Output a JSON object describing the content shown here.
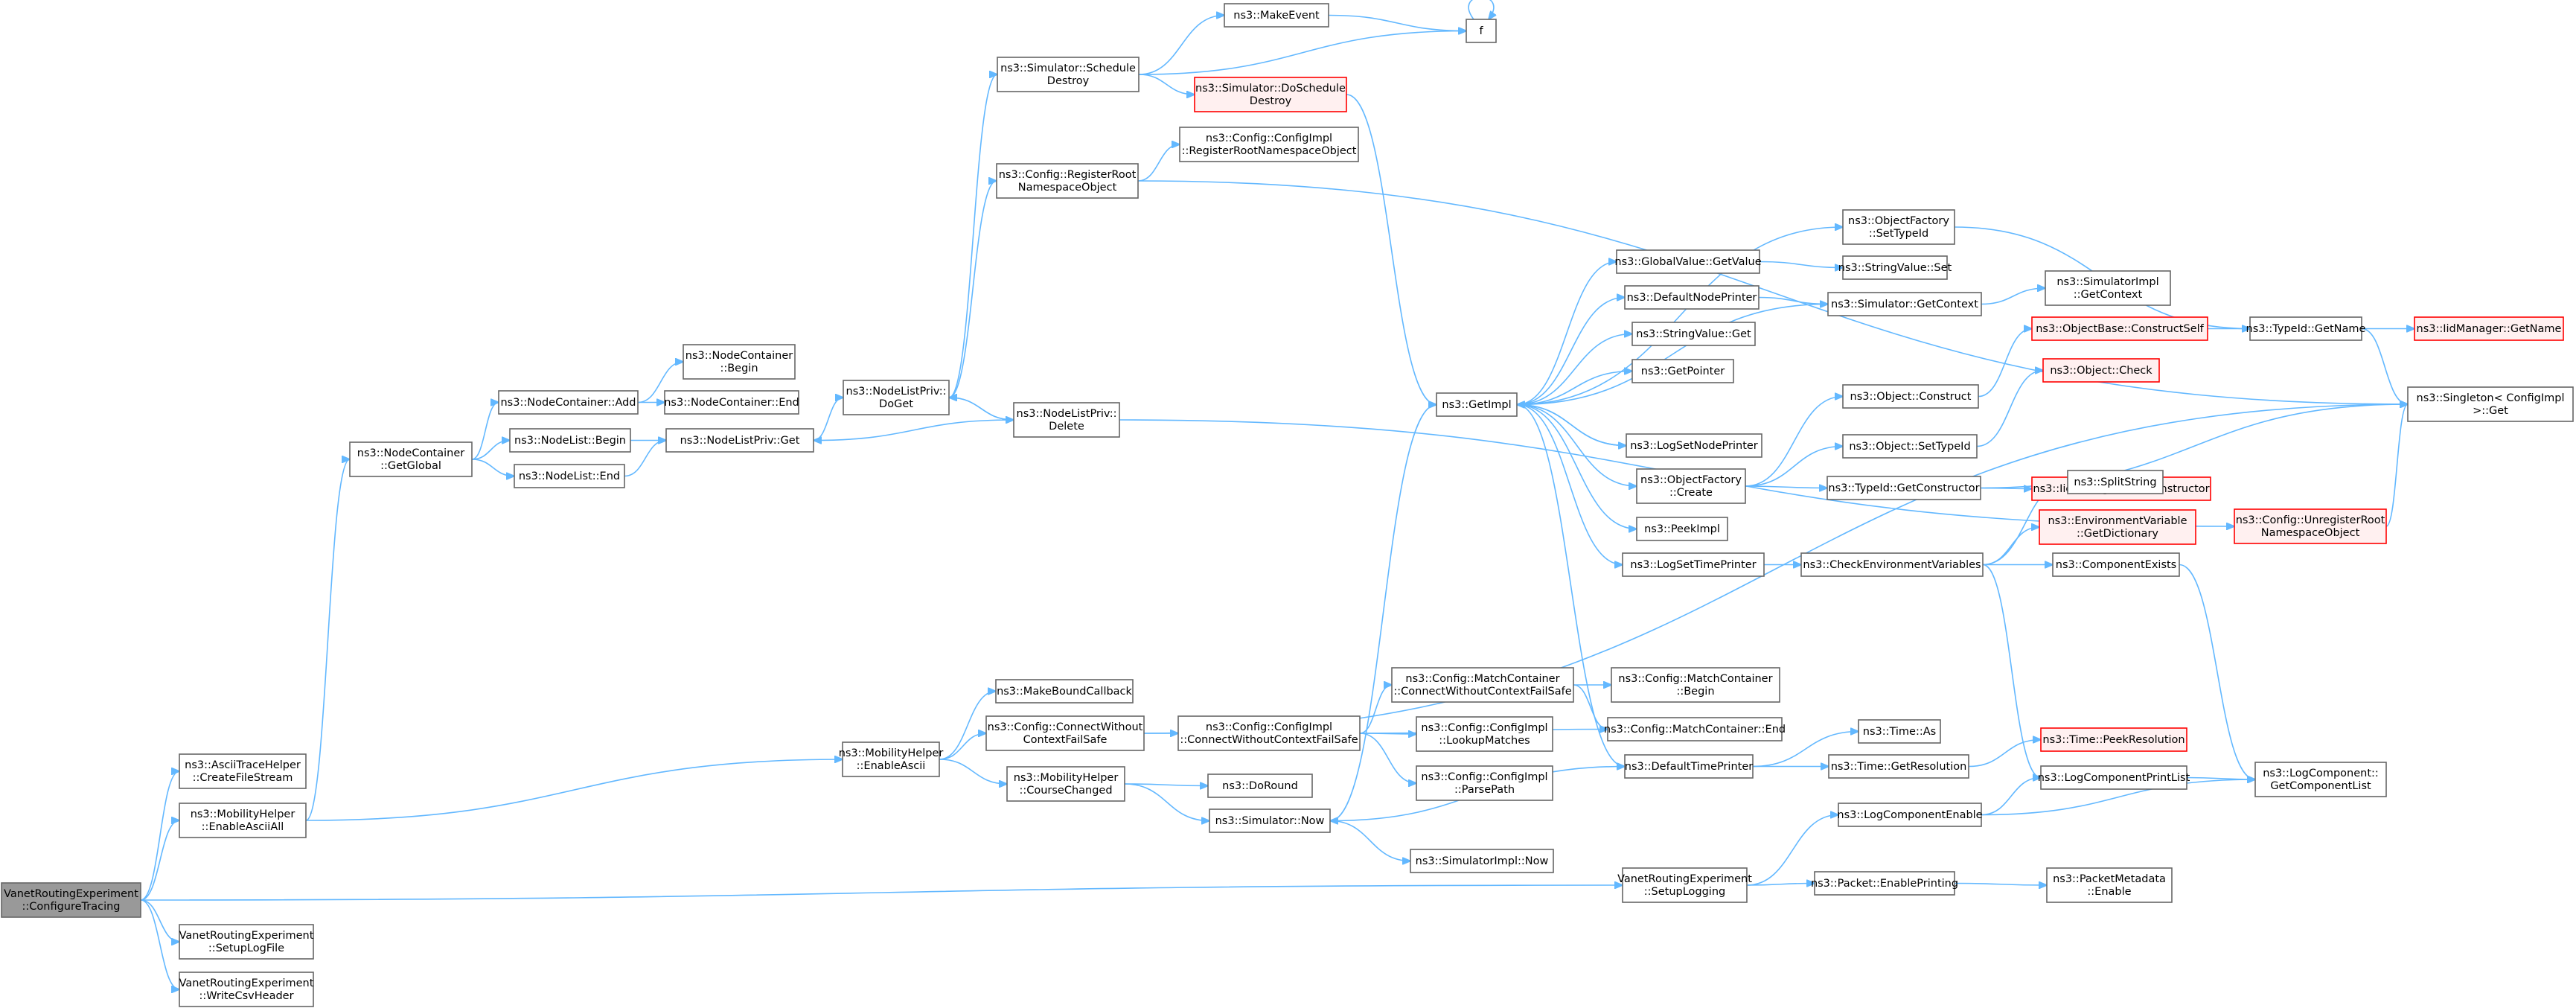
{
  "title": "VanetRoutingExperiment::ConfigureTracing call graph",
  "colors": {
    "edge": "#63b8ff",
    "box_border": "#666666",
    "box_fill": "#ffffff",
    "highlight_border": "#ff0000",
    "highlight_fill": "#fff0f0",
    "root_fill": "#999999"
  },
  "nodes": [
    {
      "id": "root",
      "lines": [
        "VanetRoutingExperiment",
        "::ConfigureTracing"
      ],
      "style": "root"
    },
    {
      "id": "ascii_trace",
      "lines": [
        "ns3::AsciiTraceHelper",
        "::CreateFileStream"
      ],
      "style": "normal"
    },
    {
      "id": "mob_enable_all",
      "lines": [
        "ns3::MobilityHelper",
        "::EnableAsciiAll"
      ],
      "style": "normal"
    },
    {
      "id": "setup_logfile",
      "lines": [
        "VanetRoutingExperiment",
        "::SetupLogFile"
      ],
      "style": "normal"
    },
    {
      "id": "write_csv",
      "lines": [
        "VanetRoutingExperiment",
        "::WriteCsvHeader"
      ],
      "style": "normal"
    },
    {
      "id": "setup_logging",
      "lines": [
        "VanetRoutingExperiment",
        "::SetupLogging"
      ],
      "style": "normal"
    },
    {
      "id": "nc_getglobal",
      "lines": [
        "ns3::NodeContainer",
        "::GetGlobal"
      ],
      "style": "normal"
    },
    {
      "id": "mob_enable_ascii",
      "lines": [
        "ns3::MobilityHelper",
        "::EnableAscii"
      ],
      "style": "normal"
    },
    {
      "id": "nc_add",
      "lines": [
        "ns3::NodeContainer::Add"
      ],
      "style": "normal"
    },
    {
      "id": "nl_begin",
      "lines": [
        "ns3::NodeList::Begin"
      ],
      "style": "normal"
    },
    {
      "id": "nl_end",
      "lines": [
        "ns3::NodeList::End"
      ],
      "style": "normal"
    },
    {
      "id": "nc_begin",
      "lines": [
        "ns3::NodeContainer",
        "::Begin"
      ],
      "style": "normal"
    },
    {
      "id": "nc_end",
      "lines": [
        "ns3::NodeContainer::End"
      ],
      "style": "normal"
    },
    {
      "id": "nlp_get",
      "lines": [
        "ns3::NodeListPriv::Get"
      ],
      "style": "normal"
    },
    {
      "id": "nlp_doget",
      "lines": [
        "ns3::NodeListPriv::",
        "DoGet"
      ],
      "style": "normal"
    },
    {
      "id": "nlp_delete",
      "lines": [
        "ns3::NodeListPriv::",
        "Delete"
      ],
      "style": "normal"
    },
    {
      "id": "sim_sched_destroy",
      "lines": [
        "ns3::Simulator::Schedule",
        "Destroy"
      ],
      "style": "normal"
    },
    {
      "id": "cfg_register_root",
      "lines": [
        "ns3::Config::RegisterRoot",
        "NamespaceObject"
      ],
      "style": "normal"
    },
    {
      "id": "make_event",
      "lines": [
        "ns3::MakeEvent"
      ],
      "style": "normal"
    },
    {
      "id": "sim_do_sched_destroy",
      "lines": [
        "ns3::Simulator::DoSchedule",
        "Destroy"
      ],
      "style": "red"
    },
    {
      "id": "f",
      "lines": [
        "f"
      ],
      "style": "normal"
    },
    {
      "id": "cfgimpl_register",
      "lines": [
        "ns3::Config::ConfigImpl",
        "::RegisterRootNamespaceObject"
      ],
      "style": "normal"
    },
    {
      "id": "make_bound_cb",
      "lines": [
        "ns3::MakeBoundCallback"
      ],
      "style": "normal"
    },
    {
      "id": "cfg_connect_wo",
      "lines": [
        "ns3::Config::ConnectWithout",
        "ContextFailSafe"
      ],
      "style": "normal"
    },
    {
      "id": "mob_course_changed",
      "lines": [
        "ns3::MobilityHelper",
        "::CourseChanged"
      ],
      "style": "normal"
    },
    {
      "id": "cfgimpl_connect_wo",
      "lines": [
        "ns3::Config::ConfigImpl",
        "::ConnectWithoutContextFailSafe"
      ],
      "style": "normal"
    },
    {
      "id": "do_round",
      "lines": [
        "ns3::DoRound"
      ],
      "style": "normal"
    },
    {
      "id": "sim_now",
      "lines": [
        "ns3::Simulator::Now"
      ],
      "style": "normal"
    },
    {
      "id": "mc_connect_wo",
      "lines": [
        "ns3::Config::MatchContainer",
        "::ConnectWithoutContextFailSafe"
      ],
      "style": "normal"
    },
    {
      "id": "cfgimpl_lookup",
      "lines": [
        "ns3::Config::ConfigImpl",
        "::LookupMatches"
      ],
      "style": "normal"
    },
    {
      "id": "cfgimpl_parse",
      "lines": [
        "ns3::Config::ConfigImpl",
        "::ParsePath"
      ],
      "style": "normal"
    },
    {
      "id": "simimpl_now",
      "lines": [
        "ns3::SimulatorImpl::Now"
      ],
      "style": "normal"
    },
    {
      "id": "mc_begin",
      "lines": [
        "ns3::Config::MatchContainer",
        "::Begin"
      ],
      "style": "normal"
    },
    {
      "id": "mc_end",
      "lines": [
        "ns3::Config::MatchContainer::End"
      ],
      "style": "normal"
    },
    {
      "id": "get_impl",
      "lines": [
        "ns3::GetImpl"
      ],
      "style": "normal"
    },
    {
      "id": "gv_getvalue",
      "lines": [
        "ns3::GlobalValue::GetValue"
      ],
      "style": "normal"
    },
    {
      "id": "default_node_printer",
      "lines": [
        "ns3::DefaultNodePrinter"
      ],
      "style": "normal"
    },
    {
      "id": "sv_get",
      "lines": [
        "ns3::StringValue::Get"
      ],
      "style": "normal"
    },
    {
      "id": "get_pointer",
      "lines": [
        "ns3::GetPointer"
      ],
      "style": "normal"
    },
    {
      "id": "log_set_node_printer",
      "lines": [
        "ns3::LogSetNodePrinter"
      ],
      "style": "normal"
    },
    {
      "id": "of_create",
      "lines": [
        "ns3::ObjectFactory",
        "::Create"
      ],
      "style": "normal"
    },
    {
      "id": "peek_impl",
      "lines": [
        "ns3::PeekImpl"
      ],
      "style": "normal"
    },
    {
      "id": "log_set_time_printer",
      "lines": [
        "ns3::LogSetTimePrinter"
      ],
      "style": "normal"
    },
    {
      "id": "default_time_printer",
      "lines": [
        "ns3::DefaultTimePrinter"
      ],
      "style": "normal"
    },
    {
      "id": "of_settypeid",
      "lines": [
        "ns3::ObjectFactory",
        "::SetTypeId"
      ],
      "style": "normal"
    },
    {
      "id": "sv_set",
      "lines": [
        "ns3::StringValue::Set"
      ],
      "style": "normal"
    },
    {
      "id": "sim_getcontext",
      "lines": [
        "ns3::Simulator::GetContext"
      ],
      "style": "normal"
    },
    {
      "id": "obj_construct",
      "lines": [
        "ns3::Object::Construct"
      ],
      "style": "normal"
    },
    {
      "id": "obj_settypeid",
      "lines": [
        "ns3::Object::SetTypeId"
      ],
      "style": "normal"
    },
    {
      "id": "typeid_getconstructor",
      "lines": [
        "ns3::TypeId::GetConstructor"
      ],
      "style": "normal"
    },
    {
      "id": "check_env",
      "lines": [
        "ns3::CheckEnvironmentVariables"
      ],
      "style": "normal"
    },
    {
      "id": "time_as",
      "lines": [
        "ns3::Time::As"
      ],
      "style": "normal"
    },
    {
      "id": "time_getres",
      "lines": [
        "ns3::Time::GetResolution"
      ],
      "style": "normal"
    },
    {
      "id": "log_comp_enable",
      "lines": [
        "ns3::LogComponentEnable"
      ],
      "style": "normal"
    },
    {
      "id": "pkt_enable_printing",
      "lines": [
        "ns3::Packet::EnablePrinting"
      ],
      "style": "normal"
    },
    {
      "id": "simimpl_getcontext",
      "lines": [
        "ns3::SimulatorImpl",
        "::GetContext"
      ],
      "style": "normal"
    },
    {
      "id": "objbase_construct",
      "lines": [
        "ns3::ObjectBase::ConstructSelf"
      ],
      "style": "red"
    },
    {
      "id": "obj_check",
      "lines": [
        "ns3::Object::Check"
      ],
      "style": "red"
    },
    {
      "id": "iidmgr_getconstructor",
      "lines": [
        "ns3::IidManager::GetConstructor"
      ],
      "style": "red"
    },
    {
      "id": "split_string",
      "lines": [
        "ns3::SplitString"
      ],
      "style": "normal"
    },
    {
      "id": "env_getdict",
      "lines": [
        "ns3::EnvironmentVariable",
        "::GetDictionary"
      ],
      "style": "red"
    },
    {
      "id": "comp_exists",
      "lines": [
        "ns3::ComponentExists"
      ],
      "style": "normal"
    },
    {
      "id": "time_peekres",
      "lines": [
        "ns3::Time::PeekResolution"
      ],
      "style": "red"
    },
    {
      "id": "log_comp_printlist",
      "lines": [
        "ns3::LogComponentPrintList"
      ],
      "style": "normal"
    },
    {
      "id": "pkt_metadata_enable",
      "lines": [
        "ns3::PacketMetadata",
        "::Enable"
      ],
      "style": "normal"
    },
    {
      "id": "typeid_getname",
      "lines": [
        "ns3::TypeId::GetName"
      ],
      "style": "normal"
    },
    {
      "id": "iidmgr_getname",
      "lines": [
        "ns3::IidManager::GetName"
      ],
      "style": "red"
    },
    {
      "id": "singleton_get",
      "lines": [
        "ns3::Singleton< ConfigImpl",
        " >::Get"
      ],
      "style": "normal"
    },
    {
      "id": "cfg_unregister_root",
      "lines": [
        "ns3::Config::UnregisterRoot",
        "NamespaceObject"
      ],
      "style": "red"
    },
    {
      "id": "log_comp_getlist",
      "lines": [
        "ns3::LogComponent::",
        "GetComponentList"
      ],
      "style": "normal"
    }
  ],
  "edges": [
    [
      "root",
      "ascii_trace"
    ],
    [
      "root",
      "mob_enable_all"
    ],
    [
      "root",
      "setup_logfile"
    ],
    [
      "root",
      "write_csv"
    ],
    [
      "root",
      "setup_logging"
    ],
    [
      "mob_enable_all",
      "nc_getglobal"
    ],
    [
      "mob_enable_all",
      "mob_enable_ascii"
    ],
    [
      "nc_getglobal",
      "nc_add"
    ],
    [
      "nc_getglobal",
      "nl_begin"
    ],
    [
      "nc_getglobal",
      "nl_end"
    ],
    [
      "nc_add",
      "nc_begin"
    ],
    [
      "nc_add",
      "nc_end"
    ],
    [
      "nl_begin",
      "nlp_get"
    ],
    [
      "nl_end",
      "nlp_get"
    ],
    [
      "nlp_get",
      "nlp_doget"
    ],
    [
      "nlp_doget",
      "nlp_delete"
    ],
    [
      "nlp_delete",
      "nlp_doget"
    ],
    [
      "nlp_delete",
      "nlp_get"
    ],
    [
      "nlp_doget",
      "sim_sched_destroy"
    ],
    [
      "nlp_doget",
      "cfg_register_root"
    ],
    [
      "sim_sched_destroy",
      "make_event"
    ],
    [
      "sim_sched_destroy",
      "f"
    ],
    [
      "sim_sched_destroy",
      "sim_do_sched_destroy"
    ],
    [
      "make_event",
      "f"
    ],
    [
      "f",
      "f"
    ],
    [
      "sim_do_sched_destroy",
      "get_impl"
    ],
    [
      "cfg_register_root",
      "cfgimpl_register"
    ],
    [
      "cfg_register_root",
      "singleton_get"
    ],
    [
      "nlp_delete",
      "cfg_unregister_root"
    ],
    [
      "mob_enable_ascii",
      "make_bound_cb"
    ],
    [
      "mob_enable_ascii",
      "cfg_connect_wo"
    ],
    [
      "mob_enable_ascii",
      "mob_course_changed"
    ],
    [
      "cfg_connect_wo",
      "cfgimpl_connect_wo"
    ],
    [
      "cfg_connect_wo",
      "singleton_get"
    ],
    [
      "cfgimpl_connect_wo",
      "mc_connect_wo"
    ],
    [
      "cfgimpl_connect_wo",
      "cfgimpl_lookup"
    ],
    [
      "cfgimpl_connect_wo",
      "cfgimpl_parse"
    ],
    [
      "cfgimpl_connect_wo",
      "mc_end"
    ],
    [
      "mc_connect_wo",
      "mc_begin"
    ],
    [
      "mc_connect_wo",
      "mc_end"
    ],
    [
      "mob_course_changed",
      "do_round"
    ],
    [
      "mob_course_changed",
      "sim_now"
    ],
    [
      "sim_now",
      "get_impl"
    ],
    [
      "sim_now",
      "simimpl_now"
    ],
    [
      "get_impl",
      "gv_getvalue"
    ],
    [
      "get_impl",
      "default_node_printer"
    ],
    [
      "get_impl",
      "sv_get"
    ],
    [
      "get_impl",
      "get_pointer"
    ],
    [
      "get_impl",
      "log_set_node_printer"
    ],
    [
      "get_impl",
      "of_create"
    ],
    [
      "get_impl",
      "peek_impl"
    ],
    [
      "get_impl",
      "log_set_time_printer"
    ],
    [
      "get_impl",
      "default_time_printer"
    ],
    [
      "get_impl",
      "of_settypeid"
    ],
    [
      "sim_getcontext",
      "get_impl"
    ],
    [
      "log_set_node_printer",
      "get_impl"
    ],
    [
      "gv_getvalue",
      "sv_set"
    ],
    [
      "default_node_printer",
      "sim_getcontext"
    ],
    [
      "sim_getcontext",
      "simimpl_getcontext"
    ],
    [
      "of_create",
      "obj_construct"
    ],
    [
      "of_create",
      "obj_settypeid"
    ],
    [
      "of_create",
      "typeid_getconstructor"
    ],
    [
      "obj_construct",
      "objbase_construct"
    ],
    [
      "obj_settypeid",
      "obj_check"
    ],
    [
      "typeid_getconstructor",
      "iidmgr_getconstructor"
    ],
    [
      "typeid_getconstructor",
      "singleton_get"
    ],
    [
      "objbase_construct",
      "typeid_getname"
    ],
    [
      "of_settypeid",
      "typeid_getname"
    ],
    [
      "typeid_getname",
      "iidmgr_getname"
    ],
    [
      "typeid_getname",
      "singleton_get"
    ],
    [
      "log_set_time_printer",
      "check_env"
    ],
    [
      "check_env",
      "split_string"
    ],
    [
      "check_env",
      "env_getdict"
    ],
    [
      "check_env",
      "comp_exists"
    ],
    [
      "check_env",
      "log_comp_printlist"
    ],
    [
      "comp_exists",
      "log_comp_getlist"
    ],
    [
      "default_time_printer",
      "time_as"
    ],
    [
      "default_time_printer",
      "time_getres"
    ],
    [
      "default_time_printer",
      "sim_now"
    ],
    [
      "time_getres",
      "time_peekres"
    ],
    [
      "setup_logging",
      "log_comp_enable"
    ],
    [
      "setup_logging",
      "pkt_enable_printing"
    ],
    [
      "log_comp_enable",
      "log_comp_printlist"
    ],
    [
      "log_comp_enable",
      "log_comp_getlist"
    ],
    [
      "log_comp_printlist",
      "log_comp_getlist"
    ],
    [
      "pkt_enable_printing",
      "pkt_metadata_enable"
    ],
    [
      "cfg_unregister_root",
      "singleton_get"
    ]
  ]
}
